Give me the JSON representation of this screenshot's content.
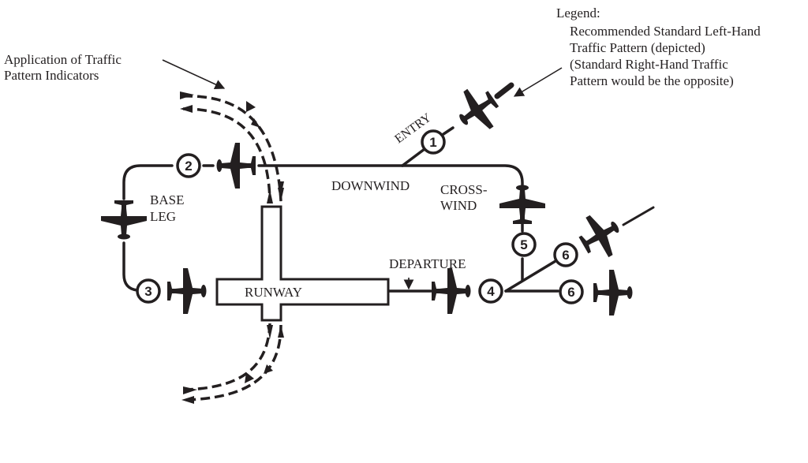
{
  "title_callout": {
    "line1": "Application of Traffic",
    "line2": "Pattern Indicators"
  },
  "legend": {
    "heading": "Legend:",
    "lines": [
      "Recommended Standard Left-Hand",
      "Traffic Pattern (depicted)",
      "(Standard Right-Hand Traffic",
      "Pattern would be the opposite)"
    ]
  },
  "legs": {
    "entry": "ENTRY",
    "downwind": "DOWNWIND",
    "crosswind_line1": "CROSS-",
    "crosswind_line2": "WIND",
    "base_line1": "BASE",
    "base_line2": "LEG",
    "departure": "DEPARTURE",
    "runway": "RUNWAY"
  },
  "markers": [
    {
      "id": "1",
      "label": "1",
      "meaning": "entry"
    },
    {
      "id": "2",
      "label": "2",
      "meaning": "downwind"
    },
    {
      "id": "3",
      "label": "3",
      "meaning": "base-to-final"
    },
    {
      "id": "4",
      "label": "4",
      "meaning": "departure"
    },
    {
      "id": "5",
      "label": "5",
      "meaning": "crosswind"
    },
    {
      "id": "6a",
      "label": "6",
      "meaning": "departure-diagonal"
    },
    {
      "id": "6b",
      "label": "6",
      "meaning": "departure-straight"
    }
  ],
  "colors": {
    "ink": "#231f20",
    "background": "#ffffff"
  }
}
